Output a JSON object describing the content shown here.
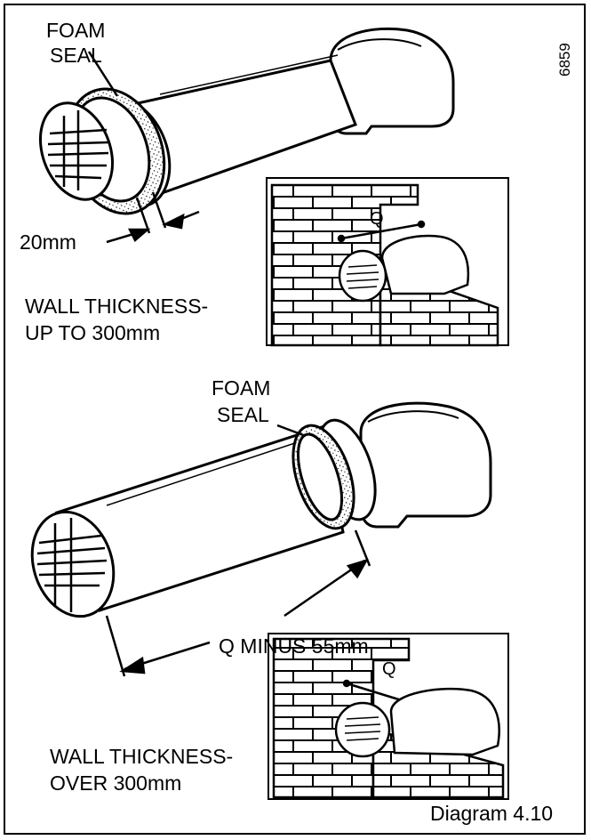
{
  "figure": {
    "ref_number": "6859",
    "caption": "Diagram 4.10"
  },
  "top": {
    "foam_seal_line1": "FOAM",
    "foam_seal_line2": "SEAL",
    "dimension_label": "20mm",
    "wall_label_line1": "WALL THICKNESS-",
    "wall_label_line2": "UP TO 300mm",
    "q_label": "Q"
  },
  "bottom": {
    "foam_seal_line1": "FOAM",
    "foam_seal_line2": "SEAL",
    "dimension_label": "Q MINUS 55mm",
    "wall_label_line1": "WALL THICKNESS-",
    "wall_label_line2": "OVER 300mm",
    "q_label": "Q"
  },
  "colors": {
    "line": "#000000",
    "background": "#ffffff"
  }
}
